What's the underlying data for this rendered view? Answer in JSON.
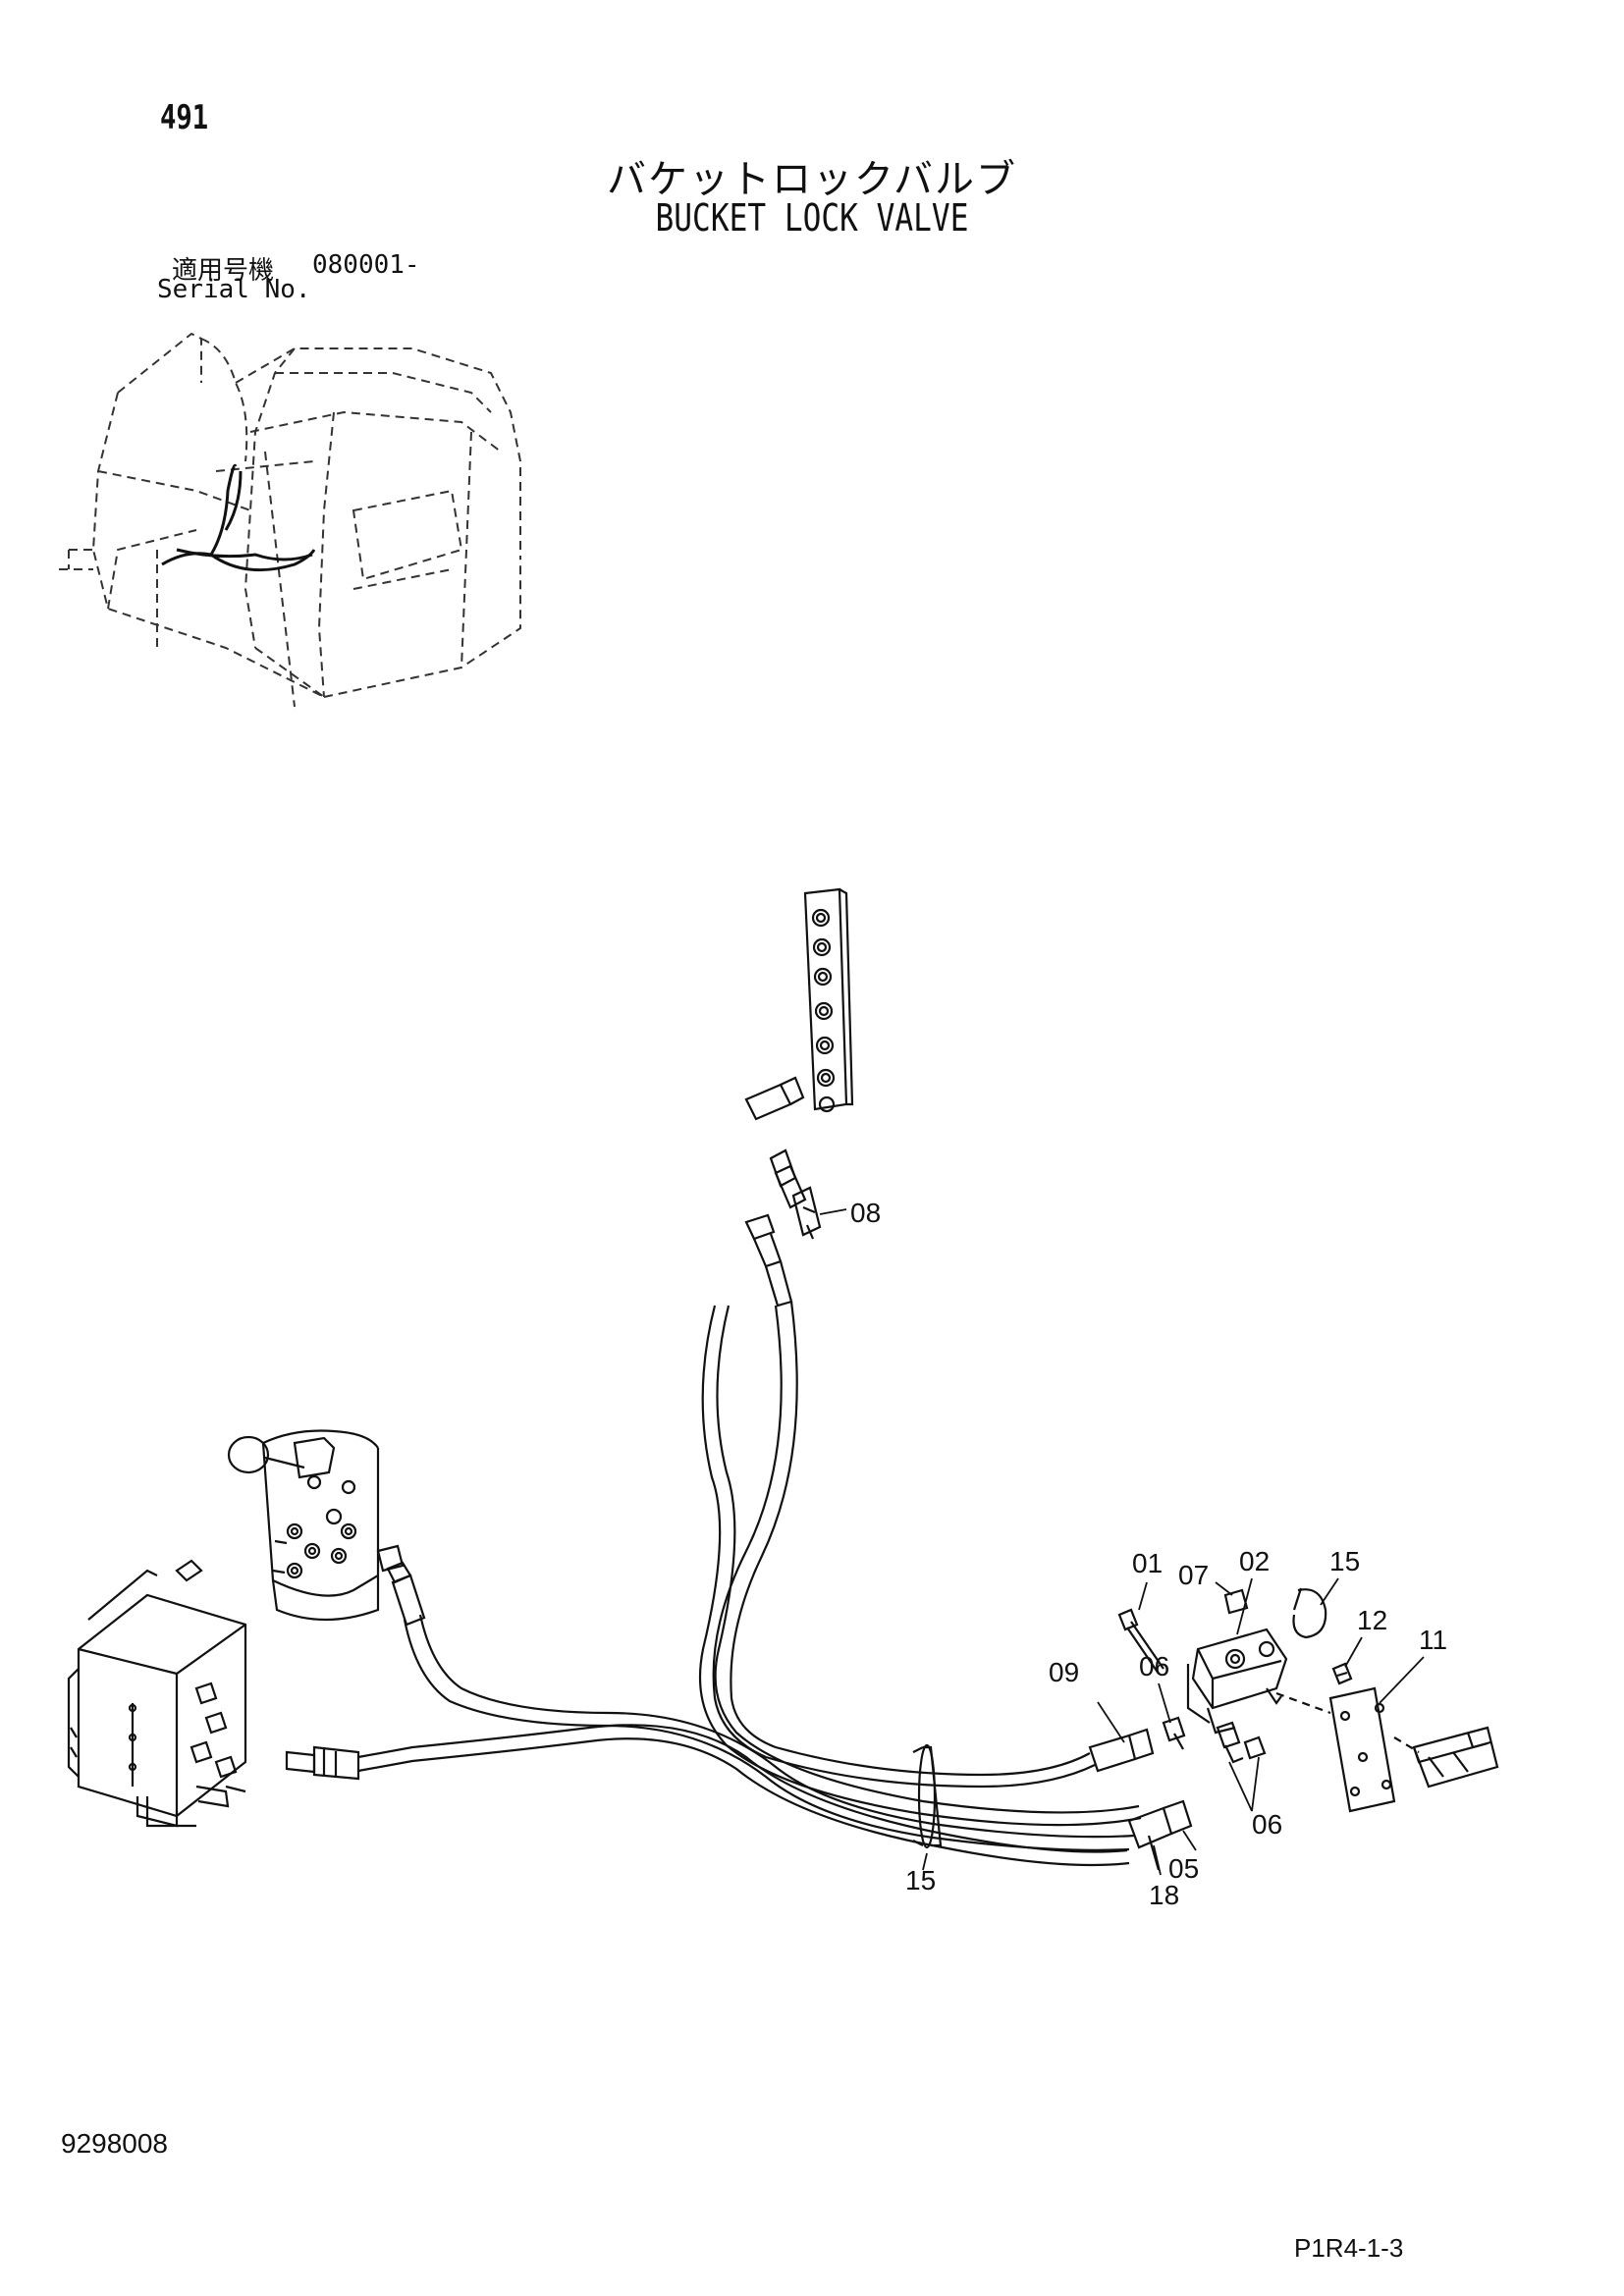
{
  "page_number": "491",
  "title_jp": "バケットロックバルブ",
  "title_en": "BUCKET LOCK VALVE",
  "serial": {
    "label_jp": "適用号機",
    "value": "080001-",
    "label_en": "Serial No."
  },
  "doc_number": "9298008",
  "page_code": "P1R4-1-3",
  "callouts": {
    "c08": "08",
    "c01": "01",
    "c07": "07",
    "c02": "02",
    "c15a": "15",
    "c12": "12",
    "c11": "11",
    "c09": "09",
    "c06a": "06",
    "c06b": "06",
    "c15b": "15",
    "c05": "05",
    "c18": "18"
  }
}
